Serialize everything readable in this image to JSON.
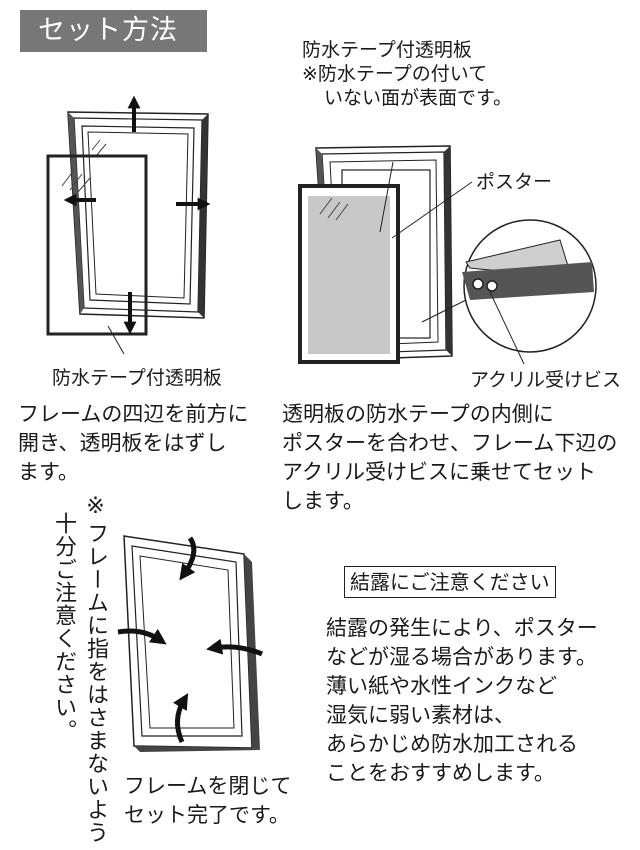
{
  "header": {
    "title": "セット方法"
  },
  "step1": {
    "label": "防水テープ付透明板",
    "desc": [
      "フレームの四辺を前方に",
      "開き、透明板をはずし",
      "ます。"
    ]
  },
  "step2": {
    "top_label": [
      "防水テープ付透明板",
      "※防水テープの付いて",
      "いない面が表面です。"
    ],
    "poster_label": "ポスター",
    "screw_label": "アクリル受けビス",
    "desc": [
      "透明板の防水テープの内側に",
      "ポスターを合わせ、フレーム下辺の",
      "アクリル受けビスに乗せてセット",
      "します。"
    ]
  },
  "step3": {
    "vertical_note": [
      "※",
      "フレームに指をはさまないよう",
      "十分ご注意ください。"
    ],
    "desc": [
      "フレームを閉じて",
      "セット完了です。"
    ]
  },
  "notice": {
    "heading": "結露にご注意ください",
    "body": [
      "結露の発生により、ポスター",
      "などが湿る場合があります。",
      "薄い紙や水性インクなど",
      "湿気に弱い素材は、",
      "あらかじめ防水加工される",
      "ことをおすすめします。"
    ]
  }
}
